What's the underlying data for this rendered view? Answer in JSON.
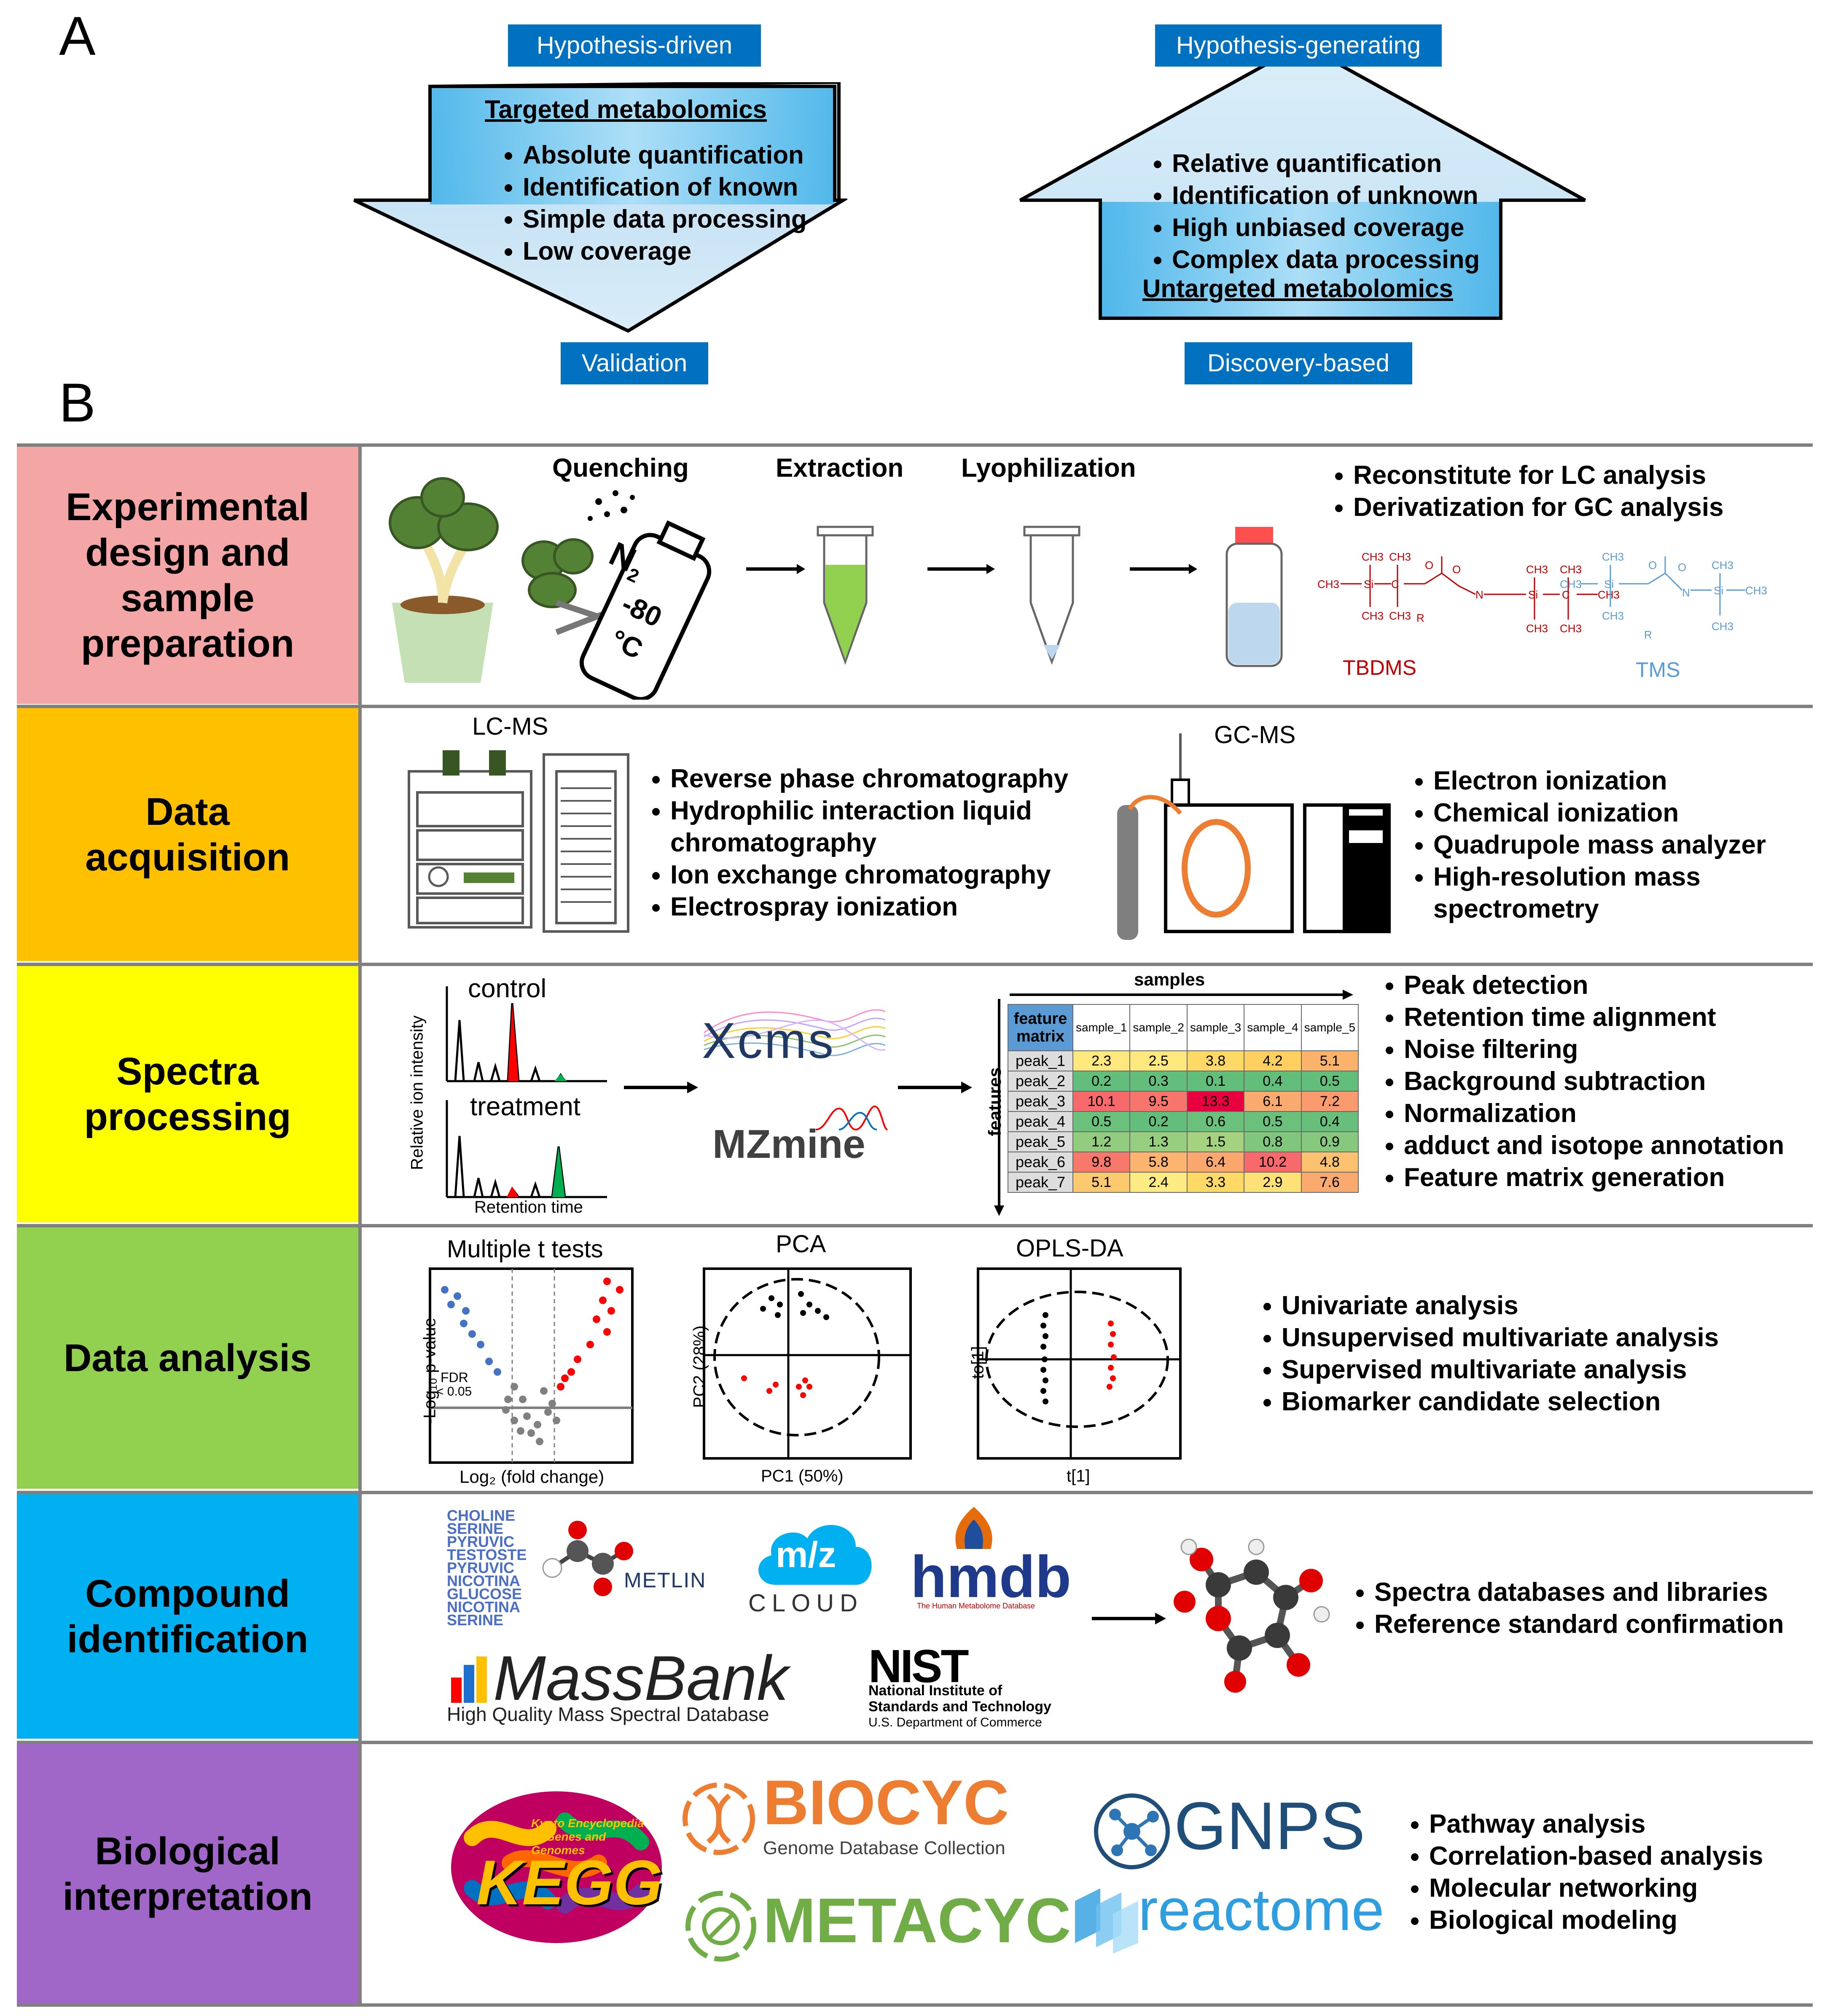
{
  "panel_a": {
    "letter": "A",
    "left_top_tag": "Hypothesis-driven",
    "left_bottom_tag": "Validation",
    "right_top_tag": "Hypothesis-generating",
    "right_bottom_tag": "Discovery-based",
    "targeted_title": "Targeted metabolomics",
    "targeted_items": [
      "Absolute quantification",
      "Identification of known",
      "Simple data processing",
      "Low coverage"
    ],
    "untargeted_title": "Untargeted metabolomics",
    "untargeted_items": [
      "Relative quantification",
      "Identification of unknown",
      "High unbiased coverage",
      "Complex data processing"
    ]
  },
  "panel_b": {
    "letter": "B",
    "rows": [
      {
        "label_lines": [
          "Experimental",
          "design and",
          "sample",
          "preparation"
        ],
        "color": "#f4a6a6"
      },
      {
        "label_lines": [
          "Data",
          "acquisition"
        ],
        "color": "#ffc000"
      },
      {
        "label_lines": [
          "Spectra",
          "processing"
        ],
        "color": "#ffff00"
      },
      {
        "label_lines": [
          "Data analysis"
        ],
        "color": "#92d050"
      },
      {
        "label_lines": [
          "Compound",
          "identification"
        ],
        "color": "#00b0f0"
      },
      {
        "label_lines": [
          "Biological",
          "interpretation"
        ],
        "color": "#a066c8"
      }
    ],
    "prep": {
      "steps": [
        "Quenching",
        "Extraction",
        "Lyophilization"
      ],
      "bullets": [
        "Reconstitute for LC analysis",
        "Derivatization for GC analysis"
      ],
      "spray_label": "N",
      "spray_sub": "2",
      "temp": "-80",
      "temp_unit": "°C",
      "tbdms": "TBDMS",
      "tms": "TMS"
    },
    "acq": {
      "lcms_label": "LC-MS",
      "gcms_label": "GC-MS",
      "lc_bullets": [
        "Reverse phase chromatography",
        "Hydrophilic interaction liquid chromatography",
        "Ion exchange chromatography",
        "Electrospray ionization"
      ],
      "gc_bullets": [
        "Electron ionization",
        "Chemical ionization",
        "Quadrupole mass analyzer",
        "High-resolution mass spectrometry"
      ]
    },
    "spectra": {
      "control": "control",
      "treatment": "treatment",
      "y_axis": "Relative ion intensity",
      "x_axis": "Retention time",
      "xcms": "Xcms",
      "mzmine": "MZmine",
      "samples_label": "samples",
      "features_label": "features",
      "corner": "feature matrix",
      "columns": [
        "sample_1",
        "sample_2",
        "sample_3",
        "sample_4",
        "sample_5"
      ],
      "rows": [
        {
          "name": "peak_1",
          "values": [
            "2.3",
            "2.5",
            "3.8",
            "4.2",
            "5.1"
          ]
        },
        {
          "name": "peak_2",
          "values": [
            "0.2",
            "0.3",
            "0.1",
            "0.4",
            "0.5"
          ]
        },
        {
          "name": "peak_3",
          "values": [
            "10.1",
            "9.5",
            "13.3",
            "6.1",
            "7.2"
          ]
        },
        {
          "name": "peak_4",
          "values": [
            "0.5",
            "0.2",
            "0.6",
            "0.5",
            "0.4"
          ]
        },
        {
          "name": "peak_5",
          "values": [
            "1.2",
            "1.3",
            "1.5",
            "0.8",
            "0.9"
          ]
        },
        {
          "name": "peak_6",
          "values": [
            "9.8",
            "5.8",
            "6.4",
            "10.2",
            "4.8"
          ]
        },
        {
          "name": "peak_7",
          "values": [
            "5.1",
            "2.4",
            "3.3",
            "2.9",
            "7.6"
          ]
        }
      ],
      "bullets": [
        "Peak detection",
        "Retention time alignment",
        "Noise filtering",
        "Background subtraction",
        "Normalization",
        "adduct and isotope annotation",
        "Feature matrix generation"
      ]
    },
    "analysis": {
      "ttest_title": "Multiple t tests",
      "ttest_y": "-Log₁₀ p-value",
      "ttest_x": "Log₂ (fold change)",
      "fdr": "FDR",
      "fdr_val": "< 0.05",
      "pca_title": "PCA",
      "pca_y": "PC2 (28%)",
      "pca_x": "PC1 (50%)",
      "opls_title": "OPLS-DA",
      "opls_y": "to[1]",
      "opls_x": "t[1]",
      "bullets": [
        "Univariate analysis",
        "Unsupervised multivariate analysis",
        "Supervised multivariate analysis",
        "Biomarker candidate selection"
      ]
    },
    "compound": {
      "metlin": "METLIN",
      "mz": "m/z",
      "cloud": "CLOUD",
      "hmdb": "hmdb",
      "hmdb_sub": "The Human Metabolome Database",
      "massbank": "MassBank",
      "massbank_sub": "High Quality Mass Spectral Database",
      "nist": "NIST",
      "nist_sub1": "National Institute of",
      "nist_sub2": "Standards and Technology",
      "nist_sub3": "U.S. Department of Commerce",
      "metlin_words": [
        "CHOLINE",
        "SERINE",
        "PYRUVIC",
        "TESTOSTE",
        "PYRUVIC",
        "NICOTINA",
        "GLUCOSE",
        "NICOTINA",
        "SERINE"
      ],
      "bullets": [
        "Spectra databases and libraries",
        "Reference standard confirmation"
      ]
    },
    "bio": {
      "kegg": "KEGG",
      "kegg_sub": "Kyoto Encyclopedia of Genes and Genomes",
      "biocyc": "BIOCYC",
      "biocyc_sub": "Genome Database Collection",
      "metacyc": "METACYC",
      "gnps": "GNPS",
      "reactome": "reactome",
      "bullets": [
        "Pathway analysis",
        "Correlation-based analysis",
        "Molecular networking",
        "Biological modeling"
      ]
    }
  }
}
